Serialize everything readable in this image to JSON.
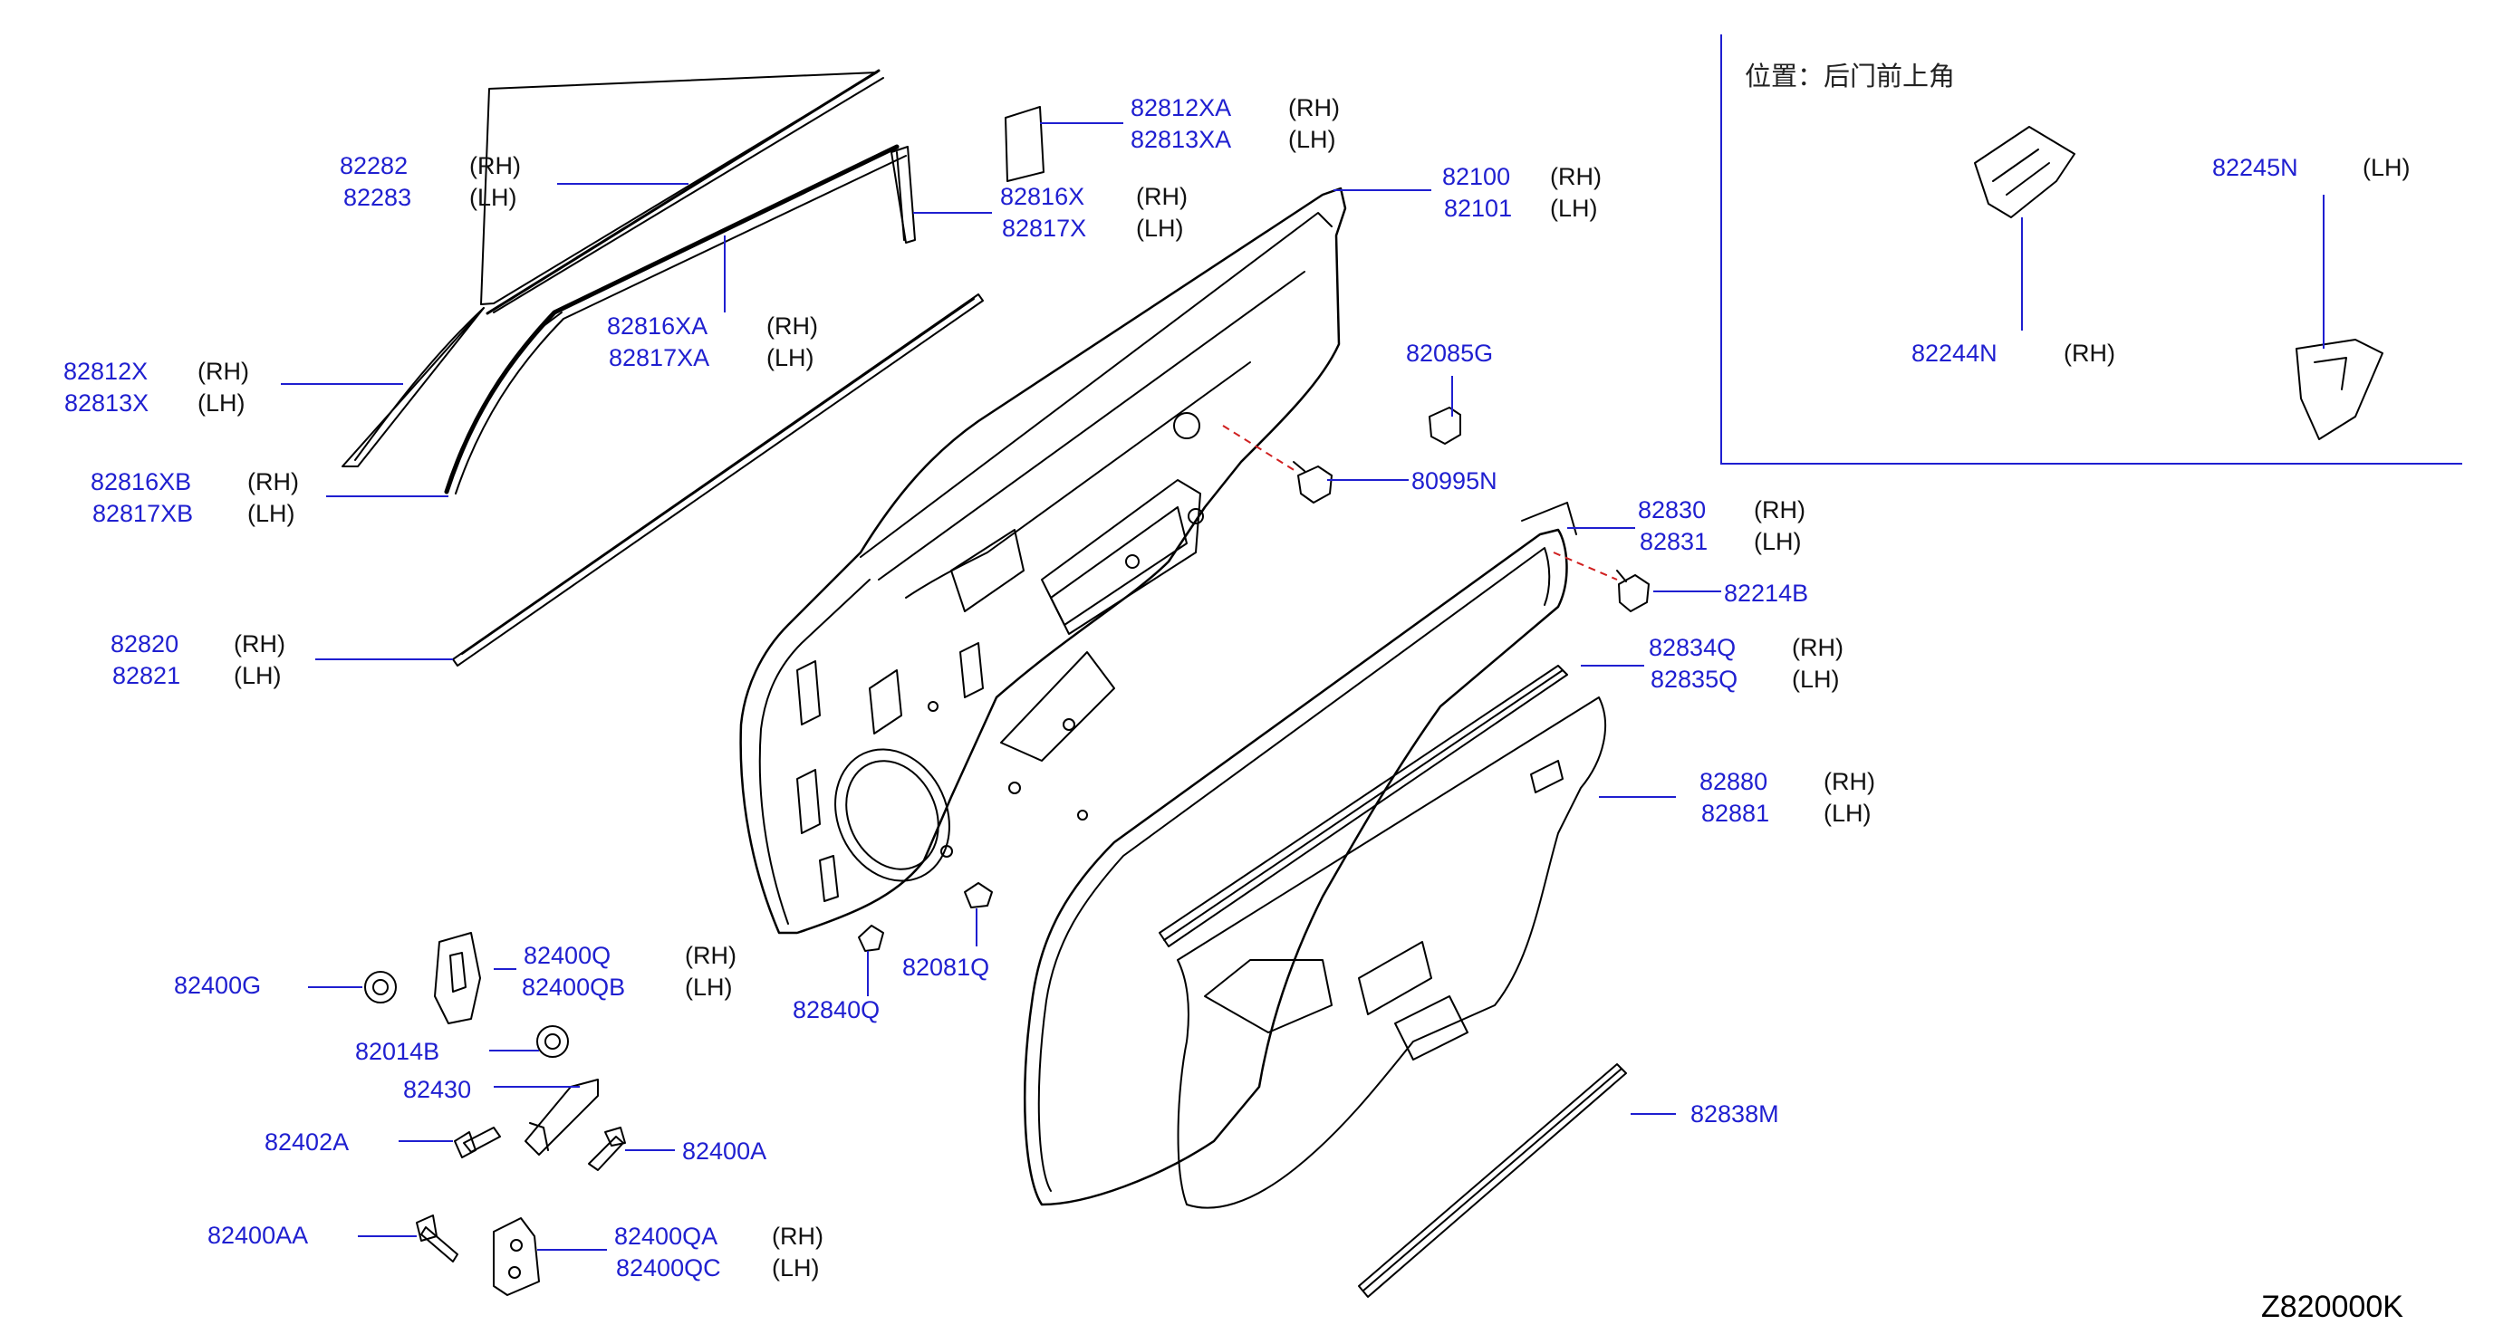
{
  "colors": {
    "part_number": "#1f1fd0",
    "side_text": "#111111",
    "line": "#1f1fd0",
    "drawing": "#000000"
  },
  "inset": {
    "location_note": "位置：后门前上角"
  },
  "diagram_code": "Z820000K",
  "labels": [
    {
      "id": "a1",
      "part": "82282",
      "side": "(RH)"
    },
    {
      "id": "a2",
      "part": "82283",
      "side": "(LH)"
    },
    {
      "id": "b1",
      "part": "82812XA",
      "side": "(RH)"
    },
    {
      "id": "b2",
      "part": "82813XA",
      "side": "(LH)"
    },
    {
      "id": "c1",
      "part": "82816X",
      "side": "(RH)"
    },
    {
      "id": "c2",
      "part": "82817X",
      "side": "(LH)"
    },
    {
      "id": "d1",
      "part": "82100",
      "side": "(RH)"
    },
    {
      "id": "d2",
      "part": "82101",
      "side": "(LH)"
    },
    {
      "id": "e1",
      "part": "82812X",
      "side": "(RH)"
    },
    {
      "id": "e2",
      "part": "82813X",
      "side": "(LH)"
    },
    {
      "id": "f1",
      "part": "82816XA",
      "side": "(RH)"
    },
    {
      "id": "f2",
      "part": "82817XA",
      "side": "(LH)"
    },
    {
      "id": "g1",
      "part": "82816XB",
      "side": "(RH)"
    },
    {
      "id": "g2",
      "part": "82817XB",
      "side": "(LH)"
    },
    {
      "id": "h1",
      "part": "82820",
      "side": "(RH)"
    },
    {
      "id": "h2",
      "part": "82821",
      "side": "(LH)"
    },
    {
      "id": "i1",
      "part": "82085G",
      "side": ""
    },
    {
      "id": "j1",
      "part": "80995N",
      "side": ""
    },
    {
      "id": "k1",
      "part": "82830",
      "side": "(RH)"
    },
    {
      "id": "k2",
      "part": "82831",
      "side": "(LH)"
    },
    {
      "id": "l1",
      "part": "82214B",
      "side": ""
    },
    {
      "id": "m1",
      "part": "82834Q",
      "side": "(RH)"
    },
    {
      "id": "m2",
      "part": "82835Q",
      "side": "(LH)"
    },
    {
      "id": "n1",
      "part": "82880",
      "side": "(RH)"
    },
    {
      "id": "n2",
      "part": "82881",
      "side": "(LH)"
    },
    {
      "id": "o1",
      "part": "82838M",
      "side": ""
    },
    {
      "id": "p1",
      "part": "82400Q",
      "side": "(RH)"
    },
    {
      "id": "p2",
      "part": "82400QB",
      "side": "(LH)"
    },
    {
      "id": "q1",
      "part": "82400G",
      "side": ""
    },
    {
      "id": "r1",
      "part": "82014B",
      "side": ""
    },
    {
      "id": "s1",
      "part": "82430",
      "side": ""
    },
    {
      "id": "t1",
      "part": "82402A",
      "side": ""
    },
    {
      "id": "u1",
      "part": "82400A",
      "side": ""
    },
    {
      "id": "v1",
      "part": "82400AA",
      "side": ""
    },
    {
      "id": "w1",
      "part": "82400QA",
      "side": "(RH)"
    },
    {
      "id": "w2",
      "part": "82400QC",
      "side": "(LH)"
    },
    {
      "id": "x1",
      "part": "82840Q",
      "side": ""
    },
    {
      "id": "y1",
      "part": "82081Q",
      "side": ""
    },
    {
      "id": "z1",
      "part": "82245N",
      "side": "(LH)"
    },
    {
      "id": "z2",
      "part": "82244N",
      "side": "(RH)"
    }
  ]
}
